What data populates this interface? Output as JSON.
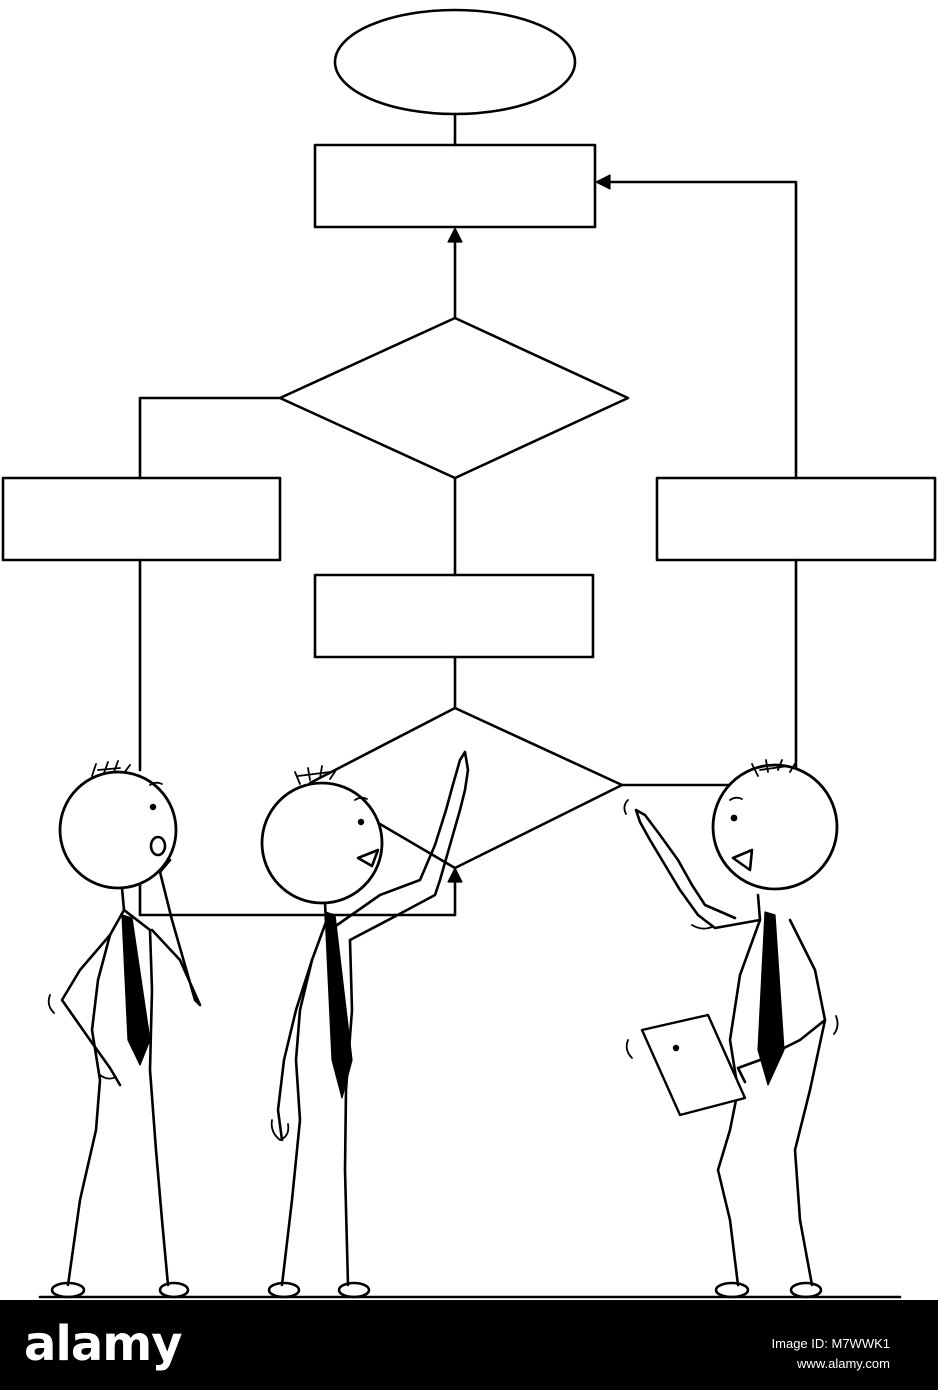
{
  "footer": {
    "logo": "alamy",
    "image_id": "Image ID: M7WWK1",
    "url": "www.alamy.com"
  },
  "colors": {
    "ink": "#000000",
    "paper": "#ffffff",
    "footer_background": "#000000",
    "footer_text": "#ffffff"
  },
  "illustration": {
    "figures": 3,
    "flowchart_nodes": {
      "ellipses": 1,
      "rectangles": 4,
      "diamonds": 2
    }
  }
}
